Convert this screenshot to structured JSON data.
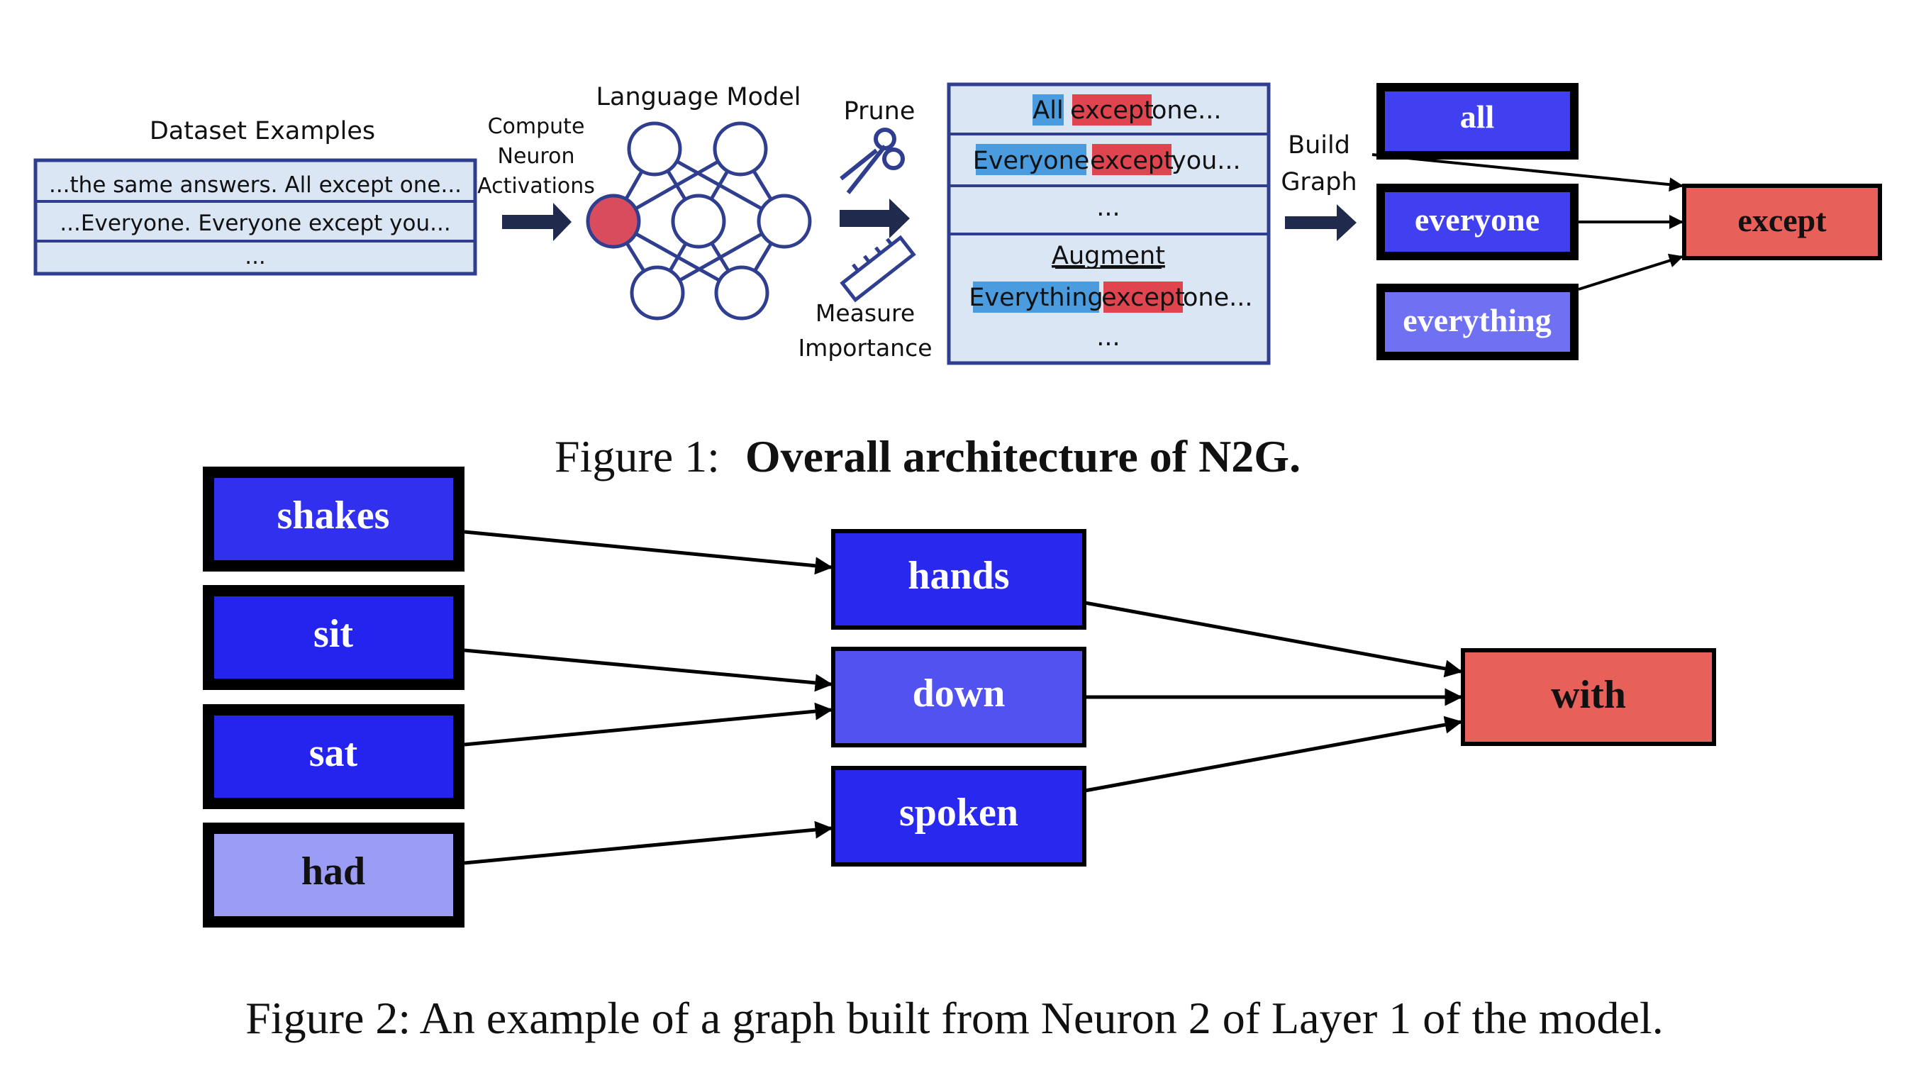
{
  "figure1": {
    "dataset": {
      "title": "Dataset Examples",
      "rows": [
        "...the same answers. All except one...",
        "...Everyone. Everyone except you...",
        "..."
      ]
    },
    "compute_label": [
      "Compute",
      "Neuron",
      "Activations"
    ],
    "lm_title": "Language Model",
    "prune_label": "Prune",
    "measure_label": [
      "Measure",
      "Importance"
    ],
    "pruned": {
      "row1": [
        "All",
        "except",
        " one..."
      ],
      "row2": [
        "Everyone",
        "except",
        " you..."
      ],
      "row3": "...",
      "augment_title": "Augment",
      "row4": [
        "Everything",
        "except",
        " one..."
      ],
      "row5": "..."
    },
    "build_label": [
      "Build",
      "Graph"
    ],
    "graph_nodes": {
      "all": "all",
      "everyone": "everyone",
      "everything": "everything",
      "except": "except"
    },
    "caption_prefix": "Figure 1:",
    "caption_bold": "Overall architecture of N2G."
  },
  "figure2": {
    "nodes": {
      "shakes": "shakes",
      "sit": "sit",
      "sat": "sat",
      "had": "had",
      "hands": "hands",
      "down": "down",
      "spoken": "spoken",
      "with": "with"
    },
    "caption": "Figure 2: An example of a graph built from Neuron 2 of Layer 1 of the model."
  },
  "colors": {
    "dataset_border": "#2f3e8f",
    "dataset_fill": "#dbe6f5",
    "neuron_stroke": "#2f3e8f",
    "neuron_active": "#d94c5e",
    "arrow_navy": "#1f2a4d",
    "highlight_blue": "#4a9cdf",
    "highlight_red": "#e0454f",
    "node_deep_blue": "#3030ee",
    "node_mid_blue": "#4040f0",
    "node_light_blue": "#5252f0",
    "node_lavender": "#9b9cf5",
    "node_red": "#e8605a"
  }
}
